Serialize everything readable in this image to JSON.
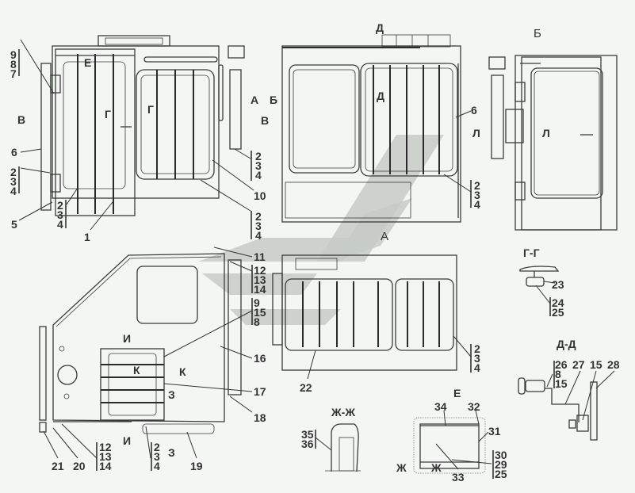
{
  "view_titles": {
    "b": "Б",
    "a": "А",
    "gg": "Г-Г",
    "dd": "Д-Д",
    "zhzh": "Ж-Ж",
    "e": "Е"
  },
  "section_marks": [
    "Д",
    "Д",
    "Е",
    "Г",
    "Г",
    "А",
    "Б",
    "В",
    "В",
    "Л",
    "Л",
    "И",
    "И",
    "К",
    "К",
    "З",
    "З",
    "Ж",
    "Ж"
  ],
  "callouts": [
    "6",
    "5",
    "1",
    "10",
    "6",
    "11",
    "16",
    "17",
    "18",
    "19",
    "21",
    "20",
    "22",
    "23",
    "27",
    "15",
    "28",
    "34",
    "32",
    "31",
    "33"
  ],
  "stacks": [
    [
      "9",
      "8",
      "7"
    ],
    [
      "2",
      "3",
      "4"
    ],
    [
      "2",
      "3",
      "4"
    ],
    [
      "2",
      "3",
      "4"
    ],
    [
      "2",
      "3",
      "4"
    ],
    [
      "2",
      "3",
      "4"
    ],
    [
      "12",
      "13",
      "14"
    ],
    [
      "9",
      "15",
      "8"
    ],
    [
      "12",
      "13",
      "14"
    ],
    [
      "2",
      "3",
      "4"
    ],
    [
      "2",
      "3",
      "4"
    ],
    [
      "24",
      "25"
    ],
    [
      "26",
      "8",
      "15"
    ],
    [
      "30",
      "29",
      "25"
    ],
    [
      "35",
      "36"
    ]
  ]
}
